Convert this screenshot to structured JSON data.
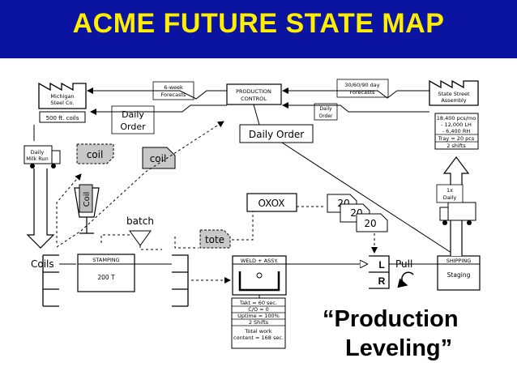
{
  "title": "ACME FUTURE STATE MAP",
  "supplier": {
    "name_line1": "Michigan",
    "name_line2": "Steel Co.",
    "data": "500 ft. coils"
  },
  "customer": {
    "name_line1": "State Street",
    "name_line2": "Assembly",
    "data": [
      "18,400 pcs/mo",
      "- 12,000 LH",
      "- 6,400 RH",
      "Tray = 20 pcs",
      "2 shifts"
    ]
  },
  "production_control": {
    "line1": "PRODUCTION",
    "line2": "CONTROL"
  },
  "forecasts_supplier": {
    "line1": "6-week",
    "line2": "Forecasts"
  },
  "forecasts_customer": {
    "line1": "30/60/90 day",
    "line2": "Forecasts"
  },
  "daily_order_supplier": {
    "line1": "Daily",
    "line2": "Order"
  },
  "daily_order_customer": {
    "line1": "Daily",
    "line2": "Order"
  },
  "daily_order_box": "Daily Order",
  "milk_run": {
    "line1": "Daily",
    "line2": "Milk Run"
  },
  "kanban_coil_1": "coil",
  "kanban_coil_2": "coil",
  "signal_post": "Coil",
  "batch_label": "batch",
  "coils_label": "Coils",
  "tote_label": "tote",
  "stamping": {
    "name": "STAMPING",
    "value": "200 T"
  },
  "weld": {
    "name": "WELD + ASSY.",
    "data": [
      "Takt = 60 sec.",
      "C/O = 0",
      "Uptime = 100%",
      "2 Shifts",
      "Total work",
      "content = 168 sec."
    ]
  },
  "leveling": "OXOX",
  "kanban_cards": [
    "20",
    "20",
    "20"
  ],
  "supermarket": {
    "left": "L",
    "right": "R"
  },
  "pull_label": "Pull",
  "shipping": {
    "name": "SHIPPING",
    "value": "Staging"
  },
  "truck_daily": {
    "line1": "1x",
    "line2": "Daily"
  },
  "quote": {
    "line1": "“Production",
    "line2": "Leveling”"
  }
}
